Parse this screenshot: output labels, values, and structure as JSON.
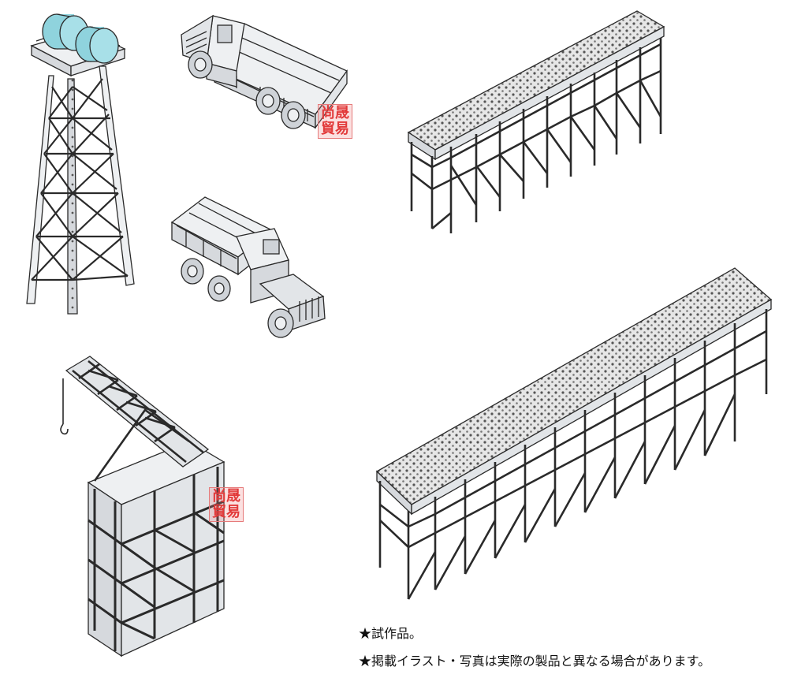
{
  "notes": {
    "prototype": "★試作品。",
    "disclaimer": "★掲載イラスト・写真は実際の製品と異なる場合があります。"
  },
  "watermark": {
    "line1": "尚晟",
    "line2": "貿易"
  },
  "colors": {
    "outline": "#2a2a2a",
    "face": "#eef0f2",
    "side": "#d6d9dd",
    "tank": "#8fd3dd",
    "stamp": "#e23a3a"
  },
  "items": [
    {
      "name": "water-tower"
    },
    {
      "name": "truck"
    },
    {
      "name": "truck"
    },
    {
      "name": "trestle"
    },
    {
      "name": "trestle"
    },
    {
      "name": "crane"
    }
  ]
}
